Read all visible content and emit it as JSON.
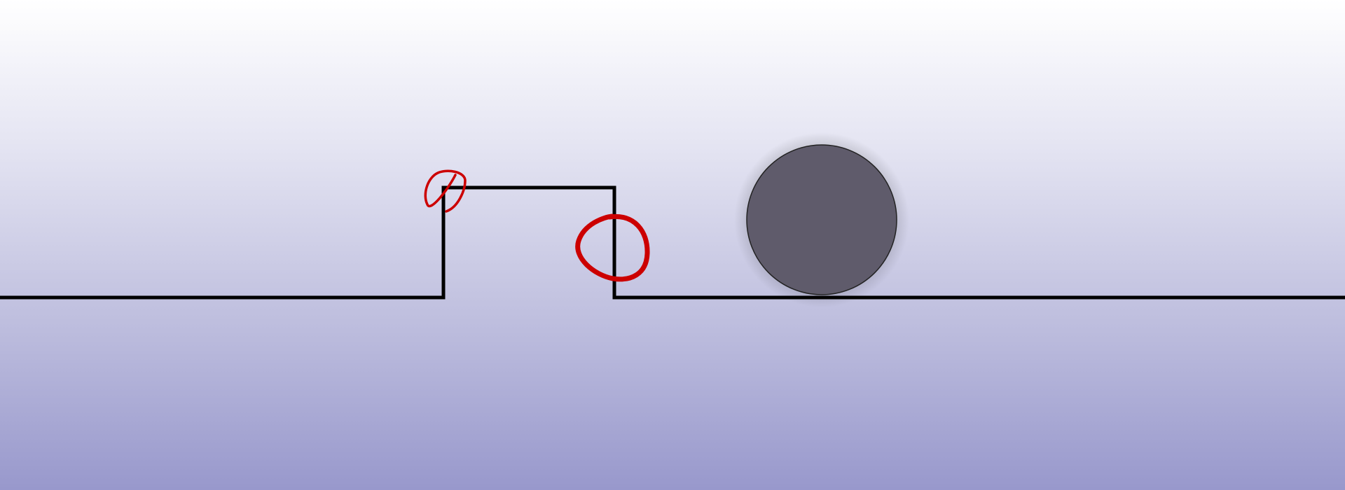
{
  "scene": {
    "background_gradient": [
      "#ffffff",
      "#e4e4f2",
      "#c2c2e0",
      "#9898cc"
    ],
    "profile": {
      "color": "#000000",
      "shape": "step-profile-with-raised-block"
    },
    "ball": {
      "fill": "#5f5b6b",
      "stroke": "#222222"
    },
    "annotations": {
      "color": "#cc0000",
      "marks": [
        {
          "name": "top-left-corner-annotation"
        },
        {
          "name": "right-step-annotation"
        }
      ]
    }
  }
}
